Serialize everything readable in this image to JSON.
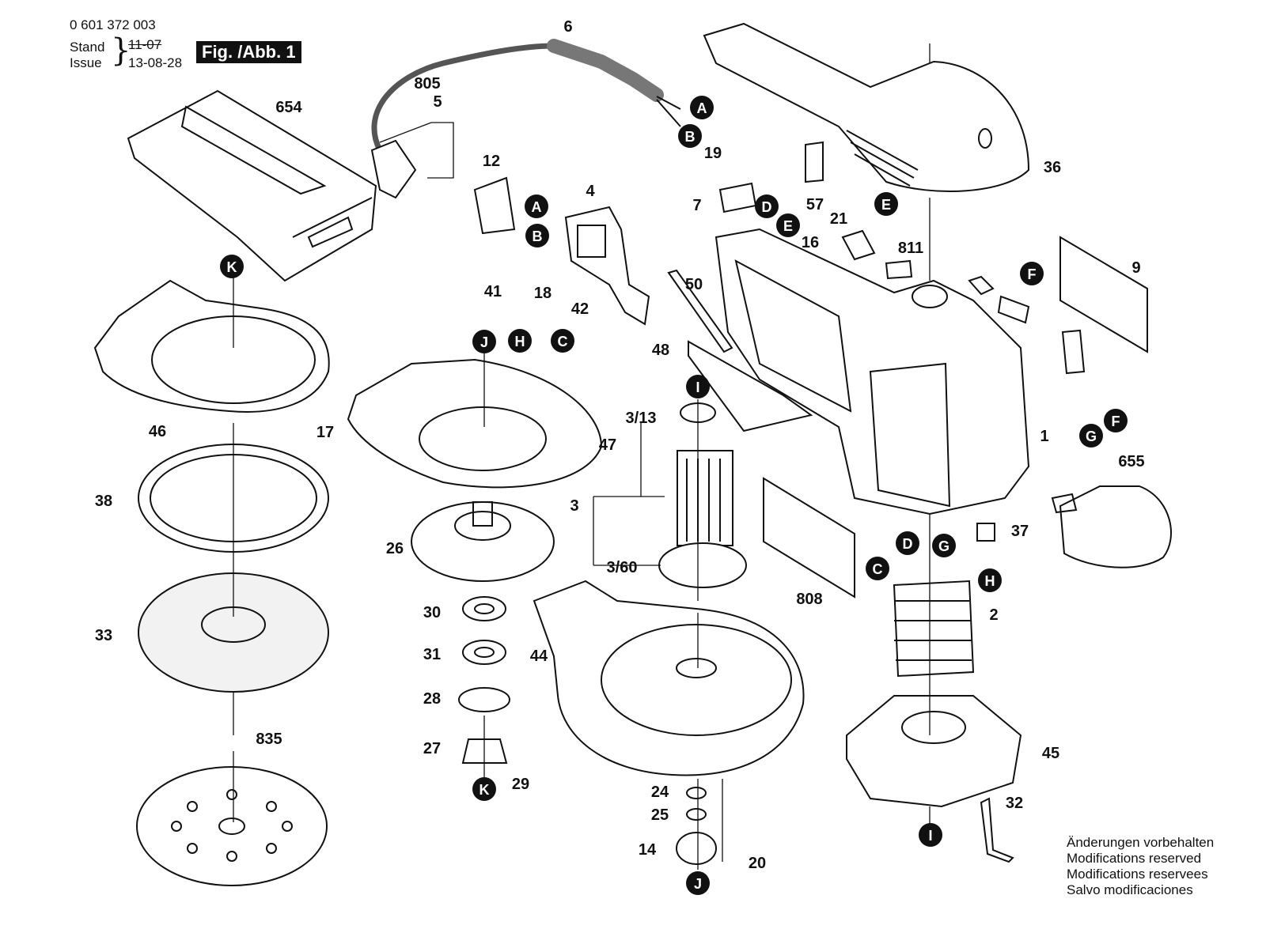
{
  "header": {
    "doc_number": "0 601 372 003",
    "stand_label": "Stand",
    "stand_date": "11-07",
    "issue_label": "Issue",
    "issue_date": "13-08-28",
    "figure_label": "Fig. /Abb. 1"
  },
  "notice": {
    "lines": [
      "Änderungen vorbehalten",
      "Modifications reserved",
      "Modifications reservees",
      "Salvo modificaciones"
    ]
  },
  "part_numbers": [
    "6",
    "805",
    "5",
    "654",
    "12",
    "4",
    "41",
    "18",
    "42",
    "19",
    "7",
    "57",
    "21",
    "16",
    "811",
    "36",
    "9",
    "50",
    "48",
    "46",
    "17",
    "38",
    "33",
    "835",
    "47",
    "3/13",
    "3",
    "3/60",
    "26",
    "30",
    "31",
    "28",
    "27",
    "29",
    "44",
    "24",
    "25",
    "14",
    "20",
    "1",
    "655",
    "37",
    "808",
    "2",
    "45",
    "32"
  ],
  "connectors": [
    "A",
    "B",
    "C",
    "D",
    "E",
    "F",
    "G",
    "H",
    "I",
    "J",
    "K"
  ],
  "colors": {
    "line": "#111111",
    "background": "#ffffff",
    "badge": "#111111"
  }
}
